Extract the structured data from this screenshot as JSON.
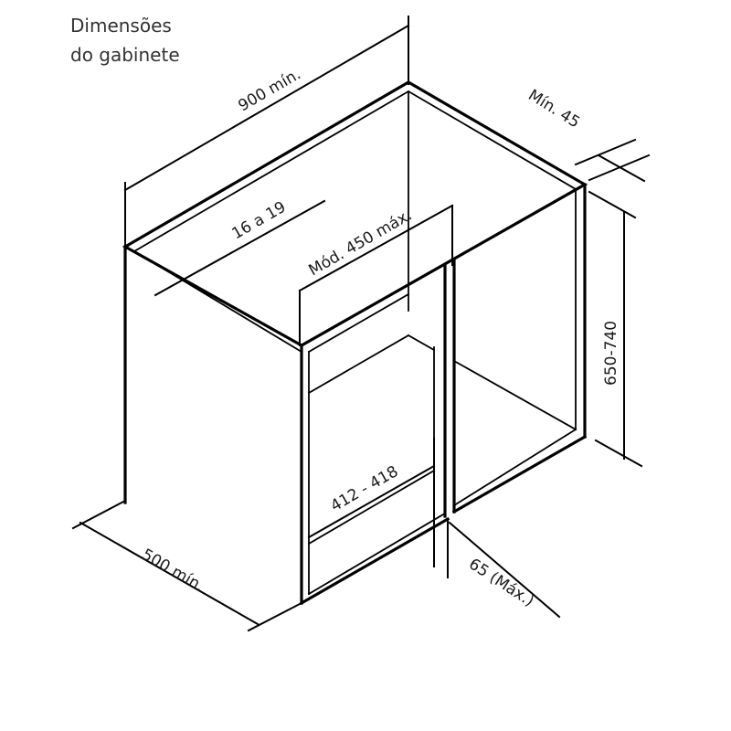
{
  "title": {
    "line1": "Dimensões",
    "line2": "do gabinete"
  },
  "labels": {
    "width_min": "900 mín.",
    "panel_thickness": "16 a 19",
    "module_max": "Mód. 450 máx.",
    "top_min": "Mín. 45",
    "height_range": "650-740",
    "opening": "412 - 418",
    "depth_min": "500 mín.",
    "edge_max": "65 (Máx.)"
  }
}
